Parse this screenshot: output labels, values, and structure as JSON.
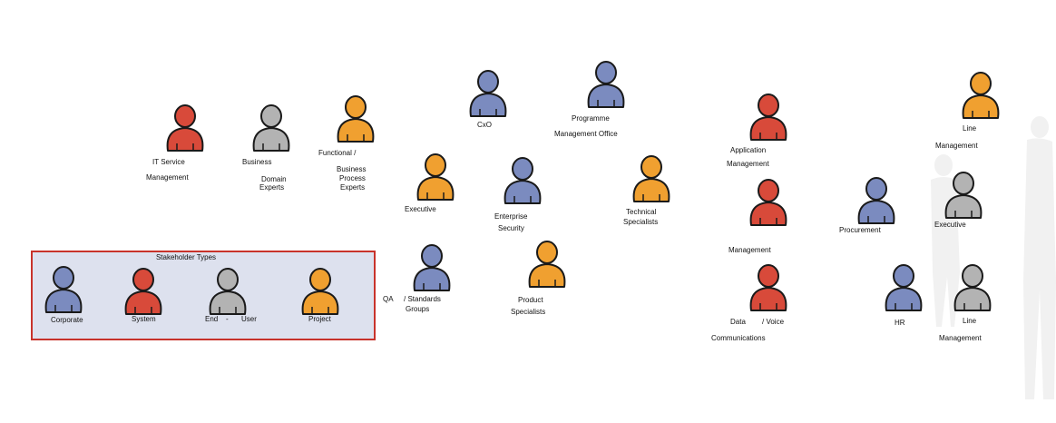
{
  "colors": {
    "corporate": "#7b8bbf",
    "system": "#d84a3a",
    "end_user": "#b3b3b3",
    "project": "#f0a030",
    "legend_bg": "#dde1ee",
    "legend_border": "#c8332b",
    "outline": "#1a1a1a"
  },
  "legend": {
    "title": "Stakeholder Types",
    "items": [
      {
        "type": "corporate",
        "label": "Corporate"
      },
      {
        "type": "system",
        "label": "System"
      },
      {
        "type": "end_user",
        "label_a": "End",
        "label_sep": "-",
        "label_b": "User"
      },
      {
        "type": "project",
        "label": "Project"
      }
    ]
  },
  "labels": {
    "it_service_1": "IT Service",
    "it_service_2": "Management",
    "business_1": "Business",
    "business_2": "Domain",
    "business_3": "Experts",
    "functional_1": "Functional /",
    "functional_2": "Business",
    "functional_3": "Process",
    "functional_4": "Experts",
    "cxo": "CxO",
    "programme_1": "Programme",
    "programme_2": "Management Office",
    "executive_mid": "Executive",
    "enterprise_1": "Enterprise",
    "enterprise_2": "Security",
    "technical_1": "Technical",
    "technical_2": "Specialists",
    "qa_1": "QA",
    "qa_2": "/ Standards",
    "qa_3": "Groups",
    "product_1": "Product",
    "product_2": "Specialists",
    "application_1": "Application",
    "application_2": "Management",
    "management_mid": "Management",
    "data_1": "Data",
    "data_2": "/ Voice",
    "data_3": "Communications",
    "procurement": "Procurement",
    "hr": "HR",
    "line_top_1": "Line",
    "line_top_2": "Management",
    "executive_right": "Executive",
    "line_bottom_1": "Line",
    "line_bottom_2": "Management"
  },
  "people": [
    {
      "id": "it-service",
      "type": "system"
    },
    {
      "id": "business-domain",
      "type": "end_user"
    },
    {
      "id": "functional-business",
      "type": "project"
    },
    {
      "id": "cxo",
      "type": "corporate"
    },
    {
      "id": "programme-office",
      "type": "corporate"
    },
    {
      "id": "executive-mid",
      "type": "project"
    },
    {
      "id": "enterprise-security",
      "type": "corporate"
    },
    {
      "id": "technical-specialists",
      "type": "project"
    },
    {
      "id": "qa-standards",
      "type": "corporate"
    },
    {
      "id": "product-specialists",
      "type": "project"
    },
    {
      "id": "application-management",
      "type": "system"
    },
    {
      "id": "management-mid",
      "type": "system"
    },
    {
      "id": "data-voice",
      "type": "system"
    },
    {
      "id": "procurement",
      "type": "corporate"
    },
    {
      "id": "hr",
      "type": "corporate"
    },
    {
      "id": "line-management-top",
      "type": "project"
    },
    {
      "id": "executive-right",
      "type": "end_user"
    },
    {
      "id": "line-management-bottom",
      "type": "end_user"
    },
    {
      "id": "legend-corporate",
      "type": "corporate"
    },
    {
      "id": "legend-system",
      "type": "system"
    },
    {
      "id": "legend-end-user",
      "type": "end_user"
    },
    {
      "id": "legend-project",
      "type": "project"
    }
  ]
}
